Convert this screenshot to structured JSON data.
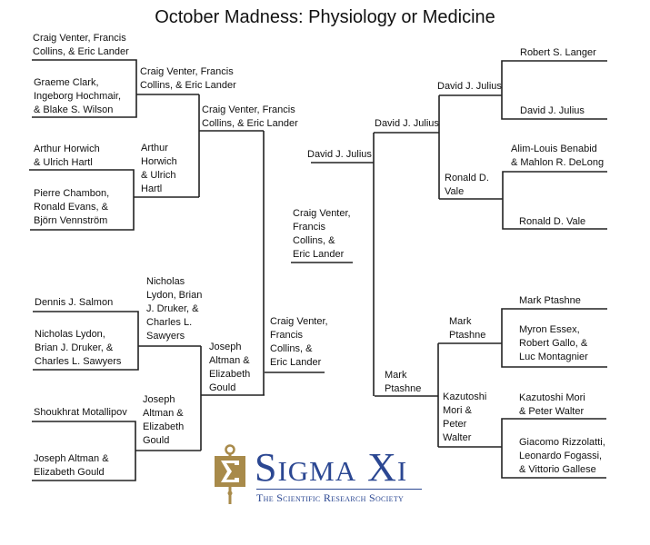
{
  "title": "October Madness: Physiology or Medicine",
  "left": {
    "round1": [
      "Craig Venter, Francis\nCollins, & Eric Lander",
      "Graeme Clark,\nIngeborg Hochmair,\n& Blake S. Wilson",
      "Arthur Horwich\n& Ulrich Hartl",
      "Pierre Chambon,\nRonald Evans, &\nBjörn Vennström",
      "Dennis J. Salmon",
      "Nicholas Lydon,\nBrian J. Druker, &\nCharles L. Sawyers",
      "Shoukhrat Motallipov",
      "Joseph Altman &\nElizabeth Gould"
    ],
    "round2": [
      "Craig Venter, Francis\nCollins, & Eric Lander",
      "Arthur\nHorwich\n& Ulrich\nHartl",
      "Nicholas\nLydon, Brian\nJ. Druker, &\nCharles L.\nSawyers",
      "Joseph\nAltman &\nElizabeth\nGould"
    ],
    "round3": [
      "Craig Venter, Francis\nCollins, & Eric Lander",
      "Joseph\nAltman &\nElizabeth\nGould"
    ],
    "round4": "Craig Venter,\nFrancis\nCollins, &\nEric Lander"
  },
  "right": {
    "round1": [
      "Robert S. Langer",
      "David J. Julius",
      "Alim-Louis Benabid\n& Mahlon R. DeLong",
      "Ronald D. Vale",
      "Mark Ptashne",
      "Myron Essex,\nRobert Gallo, &\nLuc Montagnier",
      "Kazutoshi Mori\n& Peter Walter",
      "Giacomo Rizzolatti,\nLeonardo Fogassi,\n& Vittorio Gallese"
    ],
    "round2": [
      "David J. Julius",
      "Ronald D.\nVale",
      "Mark\nPtashne",
      "Kazutoshi\nMori &\nPeter\nWalter"
    ],
    "round3": [
      "David J. Julius",
      "Mark\nPtashne"
    ],
    "round4": "David J. Julius"
  },
  "champion": "Craig Venter,\nFrancis\nCollins, &\nEric Lander",
  "logo": {
    "name": "Sigma Xi",
    "tagline": "The Scientific Research Society"
  },
  "colors": {
    "logo_blue": "#2b4792",
    "logo_gold": "#a88a4a"
  }
}
